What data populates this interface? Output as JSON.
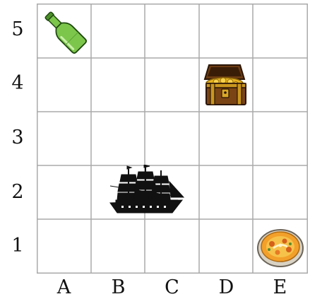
{
  "board": {
    "columns": [
      "A",
      "B",
      "C",
      "D",
      "E"
    ],
    "rows": [
      "5",
      "4",
      "3",
      "2",
      "1"
    ],
    "grid_color": "#aaaaaa"
  },
  "pieces": [
    {
      "item": "bottle-icon",
      "cell": "A5"
    },
    {
      "item": "treasure-chest-icon",
      "cell": "D4"
    },
    {
      "item": "ship-icon",
      "cell": "B2-C2"
    },
    {
      "item": "food-plate-icon",
      "cell": "E1"
    }
  ]
}
